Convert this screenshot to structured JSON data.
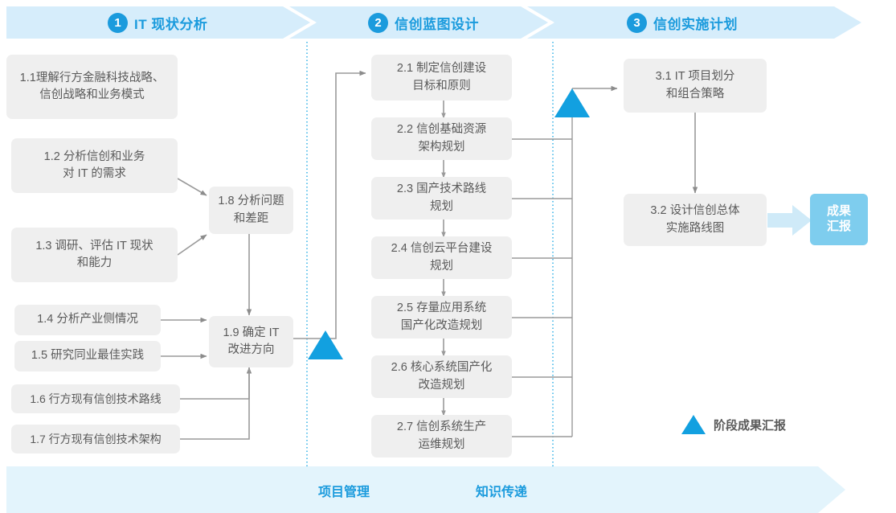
{
  "header": {
    "phases": [
      {
        "number": "1",
        "title": "IT 现状分析"
      },
      {
        "number": "2",
        "title": "信创蓝图设计"
      },
      {
        "number": "3",
        "title": "信创实施计划"
      }
    ]
  },
  "phase1_nodes": [
    {
      "id": "1.1",
      "label": "1.1理解行方金融科技战略、\n信创战略和业务模式"
    },
    {
      "id": "1.2",
      "label": "1.2 分析信创和业务\n对 IT 的需求"
    },
    {
      "id": "1.3",
      "label": "1.3 调研、评估 IT 现状\n和能力"
    },
    {
      "id": "1.4",
      "label": "1.4 分析产业侧情况"
    },
    {
      "id": "1.5",
      "label": "1.5 研究同业最佳实践"
    },
    {
      "id": "1.6",
      "label": "1.6 行方现有信创技术路线"
    },
    {
      "id": "1.7",
      "label": "1.7 行方现有信创技术架构"
    },
    {
      "id": "1.8",
      "label": "1.8 分析问题\n和差距"
    },
    {
      "id": "1.9",
      "label": "1.9 确定 IT\n改进方向"
    }
  ],
  "phase2_nodes": [
    {
      "id": "2.1",
      "label": "2.1 制定信创建设\n目标和原则"
    },
    {
      "id": "2.2",
      "label": "2.2 信创基础资源\n架构规划"
    },
    {
      "id": "2.3",
      "label": "2.3 国产技术路线\n规划"
    },
    {
      "id": "2.4",
      "label": "2.4 信创云平台建设\n规划"
    },
    {
      "id": "2.5",
      "label": "2.5 存量应用系统\n国产化改造规划"
    },
    {
      "id": "2.6",
      "label": "2.6 核心系统国产化\n改造规划"
    },
    {
      "id": "2.7",
      "label": "2.7 信创系统生产\n运维规划"
    }
  ],
  "phase3_nodes": [
    {
      "id": "3.1",
      "label": "3.1 IT 项目划分\n和组合策略"
    },
    {
      "id": "3.2",
      "label": "3.2 设计信创总体\n实施路线图"
    }
  ],
  "result": {
    "label": "成果\n汇报"
  },
  "legend": {
    "label": "阶段成果汇报"
  },
  "bottom_band": {
    "labels": [
      "项目管理",
      "知识传递"
    ]
  },
  "colors": {
    "accent": "#1b9bdd",
    "header_band": "#d6edfb",
    "bottom_band": "#e3f4fc",
    "node_fill": "#efefef",
    "node_text": "#5a5a5a",
    "result_fill": "#7ecdee",
    "milestone_triangle": "#12a0e0",
    "connector": "#8c8c8c",
    "dotted_divider": "#3fb6e8"
  }
}
